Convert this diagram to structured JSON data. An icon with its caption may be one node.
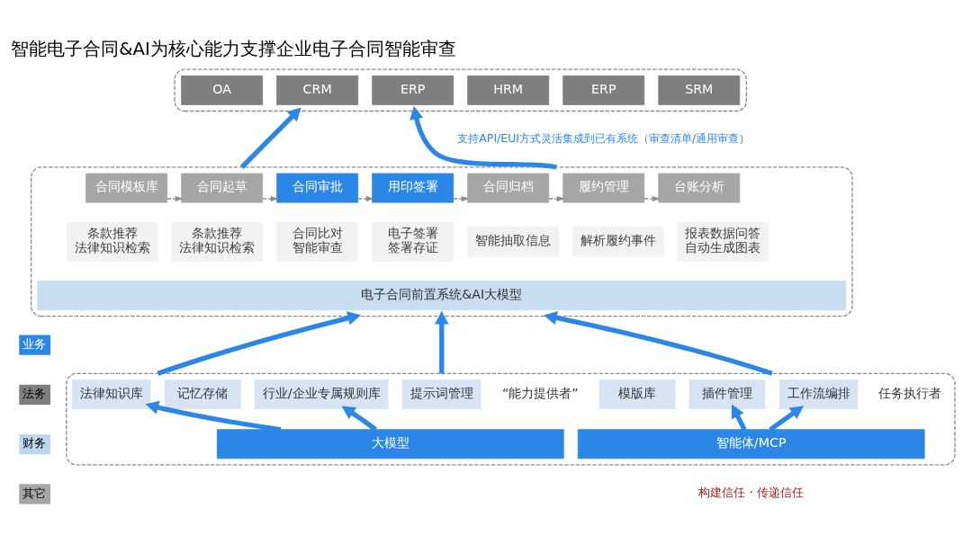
{
  "diagram": {
    "title": "智能电子合同&AI为核心能力支撑企业电子合同智能审查",
    "nodes": [
      {
        "text": [],
        "shape": "box"
      },
      {
        "text": [
          "OA"
        ],
        "in": 0
      },
      {
        "text": [
          "CRM"
        ],
        "in": 0
      },
      {
        "text": [
          "ERP"
        ],
        "in": 0
      },
      {
        "text": [
          "SRM"
        ],
        "in": 0
      },
      {
        "text": [
          "ERP"
        ],
        "in": 0
      },
      {
        "text": [
          "HRM"
        ],
        "in": 0
      },
      {
        "text": [],
        "shape": "box"
      },
      {
        "text": [
          "合同模板库"
        ],
        "in": 7
      },
      {
        "text": [
          "合同起草"
        ],
        "in": 7
      },
      {
        "text": [
          "合同审批"
        ],
        "in": 7
      },
      {
        "text": [
          "用印签署"
        ],
        "in": 7
      },
      {
        "text": [
          "合同归档"
        ],
        "in": 7
      },
      {
        "text": [
          "履约管理"
        ],
        "in": 7
      },
      {
        "text": [
          "台账分析"
        ],
        "in": 7
      },
      {
        "text": [
          "条款推荐法律知识检索"
        ],
        "in": 7
      },
      {
        "text": [
          "条款推荐法律知识检索"
        ],
        "in": 7
      },
      {
        "text": [
          "合同比对智能审查"
        ],
        "in": 7
      },
      {
        "text": [
          "电子签署签署存证"
        ],
        "in": 7
      },
      {
        "text": [
          "智能抽取信息"
        ],
        "in": 7
      },
      {
        "text": [
          "解析履约事件"
        ],
        "in": 7
      },
      {
        "text": [
          "报表数据问答自动生成图表"
        ],
        "in": 7
      },
      {
        "text": [
          "电子合同前置系统&AI大模型"
        ],
        "in": 7
      },
      {
        "text": [],
        "shape": "box"
      },
      {
        "text": [
          "模版库"
        ],
        "in": 23
      },
      {
        "text": [
          "法律知识库"
        ],
        "in": 23
      },
      {
        "text": [
          "行业/企业专属规则库"
        ],
        "in": 23
      },
      {
        "text": [
          "提示词管理"
        ],
        "in": 23
      },
      {
        "text": [
          "插件管理"
        ],
        "in": 23
      },
      {
        "text": [
          "工作流编排"
        ],
        "in": 23
      },
      {
        "text": [
          "记忆存储"
        ],
        "in": 23
      },
      {
        "text": [
          "大模型"
        ],
        "in": 23
      },
      {
        "text": [
          "智能体/MCP"
        ],
        "in": 23
      }
    ],
    "edges": [
      {
        "from": 8,
        "to": 9,
        "arrow": "to",
        "style": "dashed",
        "color": "#8c8c8c"
      },
      {
        "from": 9,
        "to": 10,
        "arrow": "to",
        "style": "dashed",
        "color": "#8c8c8c"
      },
      {
        "from": 10,
        "to": 11,
        "arrow": "to",
        "style": "dashed",
        "color": "#8c8c8c"
      },
      {
        "from": 11,
        "to": 12,
        "arrow": "to",
        "style": "dashed",
        "color": "#8c8c8c"
      },
      {
        "from": 12,
        "to": 13,
        "arrow": "to",
        "style": "dashed",
        "color": "#8c8c8c"
      },
      {
        "from": 13,
        "to": 14,
        "arrow": "to",
        "style": "dashed",
        "color": "#8c8c8c"
      },
      {
        "from": 7,
        "to": 0,
        "arrow": "to"
      },
      {
        "from": 7,
        "to": 0,
        "arrow": "to"
      },
      {
        "from": 23,
        "to": 7,
        "arrow": "to"
      },
      {
        "from": 23,
        "to": 7,
        "arrow": "to"
      },
      {
        "from": 23,
        "to": 7,
        "arrow": "to"
      },
      {
        "from": 31,
        "to": 25,
        "arrow": "to"
      },
      {
        "from": 31,
        "to": 26,
        "arrow": "to"
      },
      {
        "from": 32,
        "to": 28,
        "arrow": "to"
      },
      {
        "from": 32,
        "to": 29,
        "arrow": "to"
      }
    ],
    "labels": [
      "支持API/EUI方式灵活集成到已有系统（审查清单/通用审查）",
      "“能力提供者”",
      "任务执行者",
      "构建信任 · 传递信任"
    ],
    "legend": [
      {
        "text": "业务",
        "color": "#2a87e8"
      },
      {
        "text": "法务",
        "color": "#7f7f7f"
      },
      {
        "text": "财务",
        "color": "#bdd7ee"
      },
      {
        "text": "其它",
        "color": "#a6a6a6"
      }
    ]
  }
}
